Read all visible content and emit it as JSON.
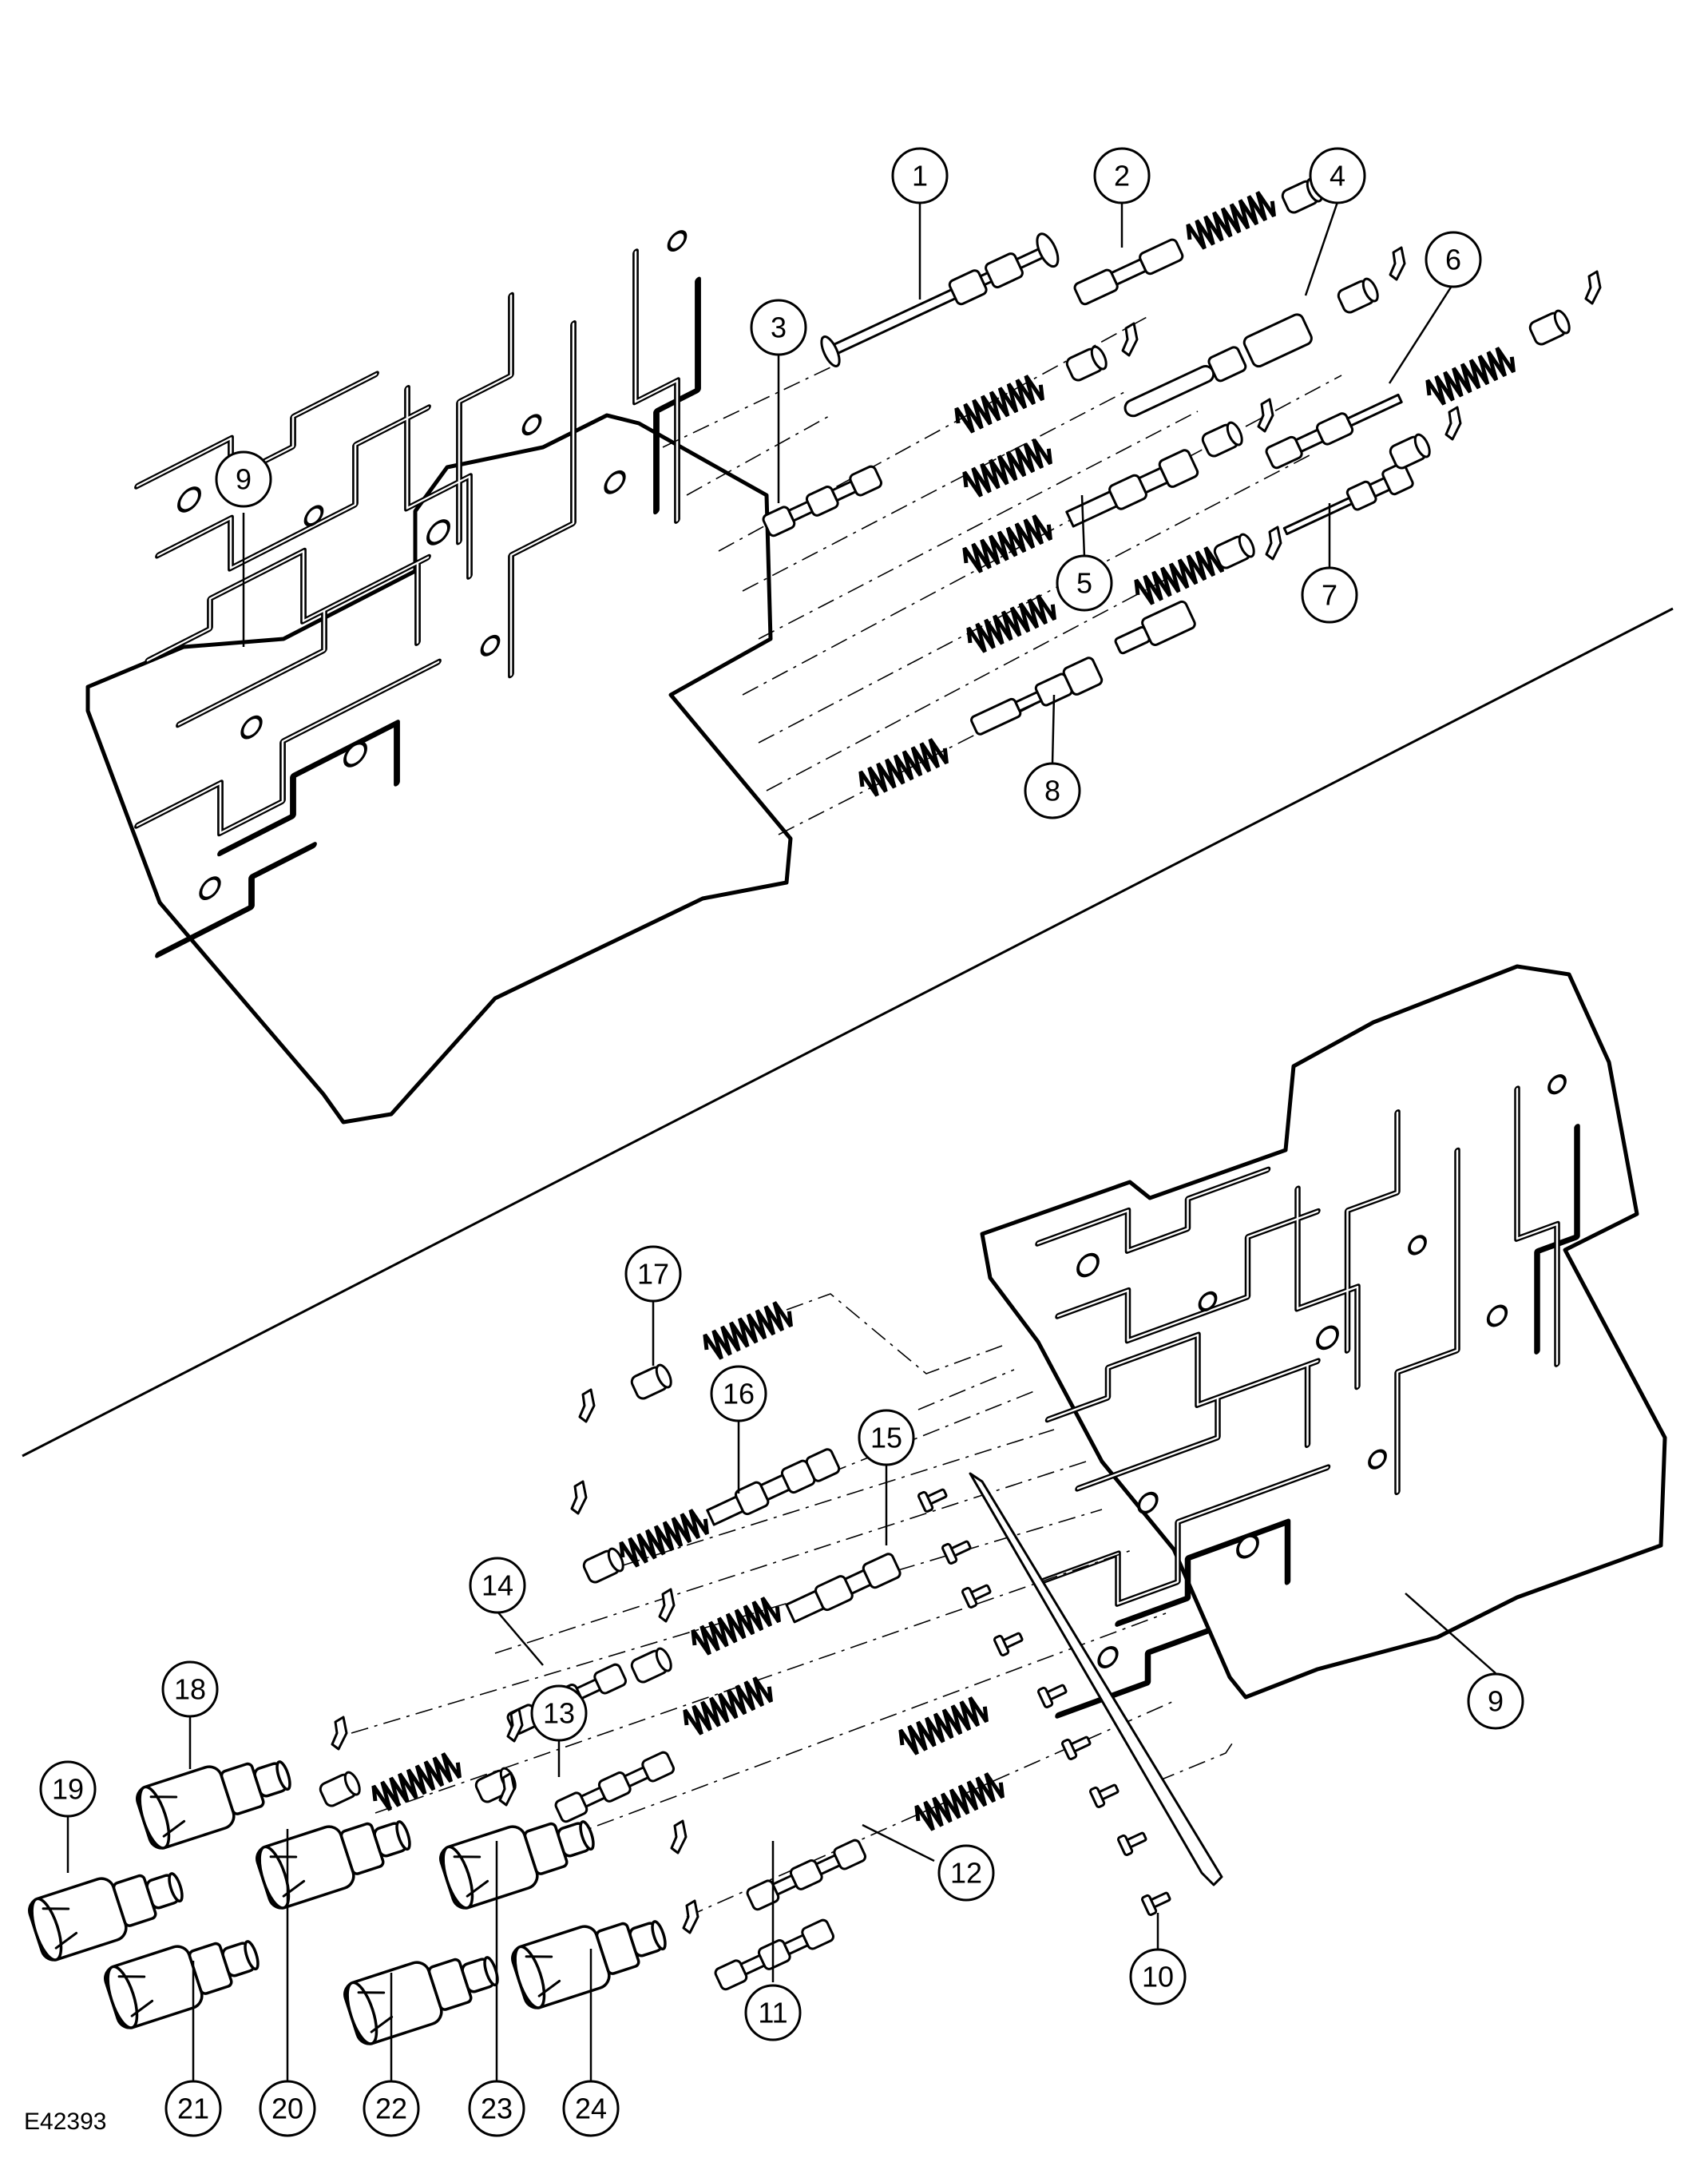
{
  "figure_id": "E42393",
  "callouts": [
    {
      "label": "1"
    },
    {
      "label": "2"
    },
    {
      "label": "3"
    },
    {
      "label": "4"
    },
    {
      "label": "5"
    },
    {
      "label": "6"
    },
    {
      "label": "7"
    },
    {
      "label": "8"
    },
    {
      "label": "9"
    },
    {
      "label": "9"
    },
    {
      "label": "10"
    },
    {
      "label": "11"
    },
    {
      "label": "12"
    },
    {
      "label": "13"
    },
    {
      "label": "14"
    },
    {
      "label": "15"
    },
    {
      "label": "16"
    },
    {
      "label": "17"
    },
    {
      "label": "18"
    },
    {
      "label": "19"
    },
    {
      "label": "20"
    },
    {
      "label": "21"
    },
    {
      "label": "22"
    },
    {
      "label": "23"
    },
    {
      "label": "24"
    }
  ]
}
